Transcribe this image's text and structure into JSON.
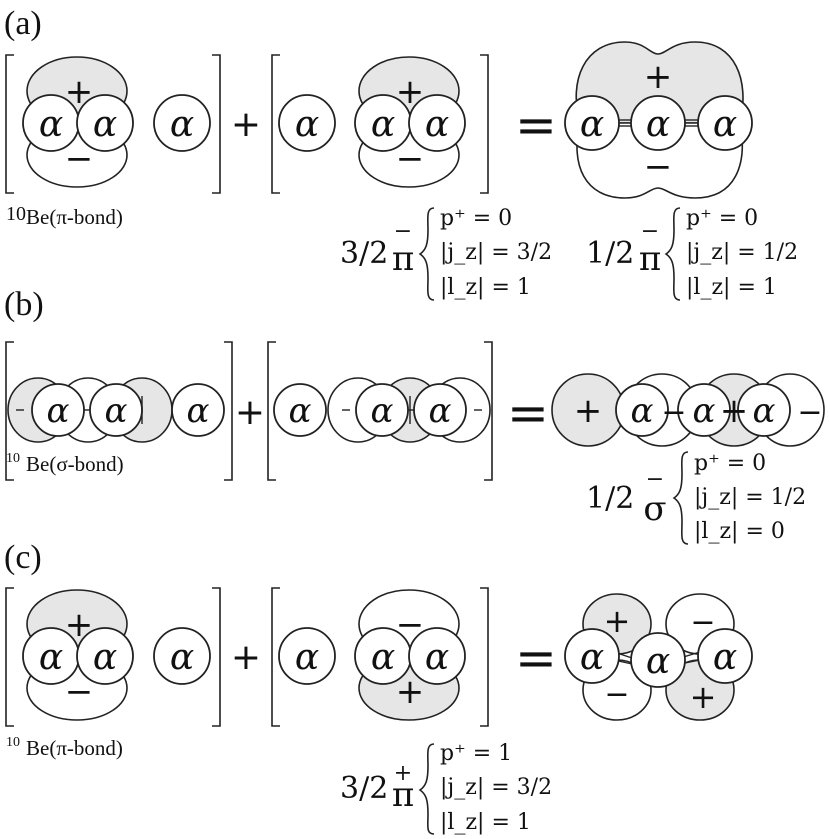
{
  "panels": {
    "a": {
      "label": "(a)",
      "caption_sup": "10",
      "caption": "Be(π-bond)",
      "plus_op": "+",
      "equals_op": "=",
      "atom_symbol": "α",
      "signs": {
        "pos": "+",
        "neg": "−"
      },
      "state1": {
        "prefix": "3/2",
        "parity": "−",
        "sym": "π",
        "lines": [
          "p⁺ = 0",
          "|j_z| = 3/2",
          "|l_z| = 1"
        ]
      },
      "state2": {
        "prefix": "1/2",
        "parity": "−",
        "sym": "π",
        "lines": [
          "p⁺ = 0",
          "|j_z| = 1/2",
          "|l_z| = 1"
        ]
      }
    },
    "b": {
      "label": "(b)",
      "caption_sup": "10",
      "caption": "Be(σ-bond)",
      "plus_op": "+",
      "equals_op": "=",
      "atom_symbol": "α",
      "signs": {
        "pos": "+",
        "neg": "−"
      },
      "state1": {
        "prefix": "1/2",
        "parity": "−",
        "sym": "σ",
        "lines": [
          "p⁺ = 0",
          "|j_z| = 1/2",
          "|l_z| = 0"
        ]
      }
    },
    "c": {
      "label": "(c)",
      "caption_sup": "10",
      "caption": "Be(π-bond)",
      "plus_op": "+",
      "equals_op": "=",
      "atom_symbol": "α",
      "signs": {
        "pos": "+",
        "neg": "−"
      },
      "state1": {
        "prefix": "3/2",
        "parity": "+",
        "sym": "π",
        "lines": [
          "p⁺ = 1",
          "|j_z| = 3/2",
          "|l_z| = 1"
        ]
      }
    }
  }
}
